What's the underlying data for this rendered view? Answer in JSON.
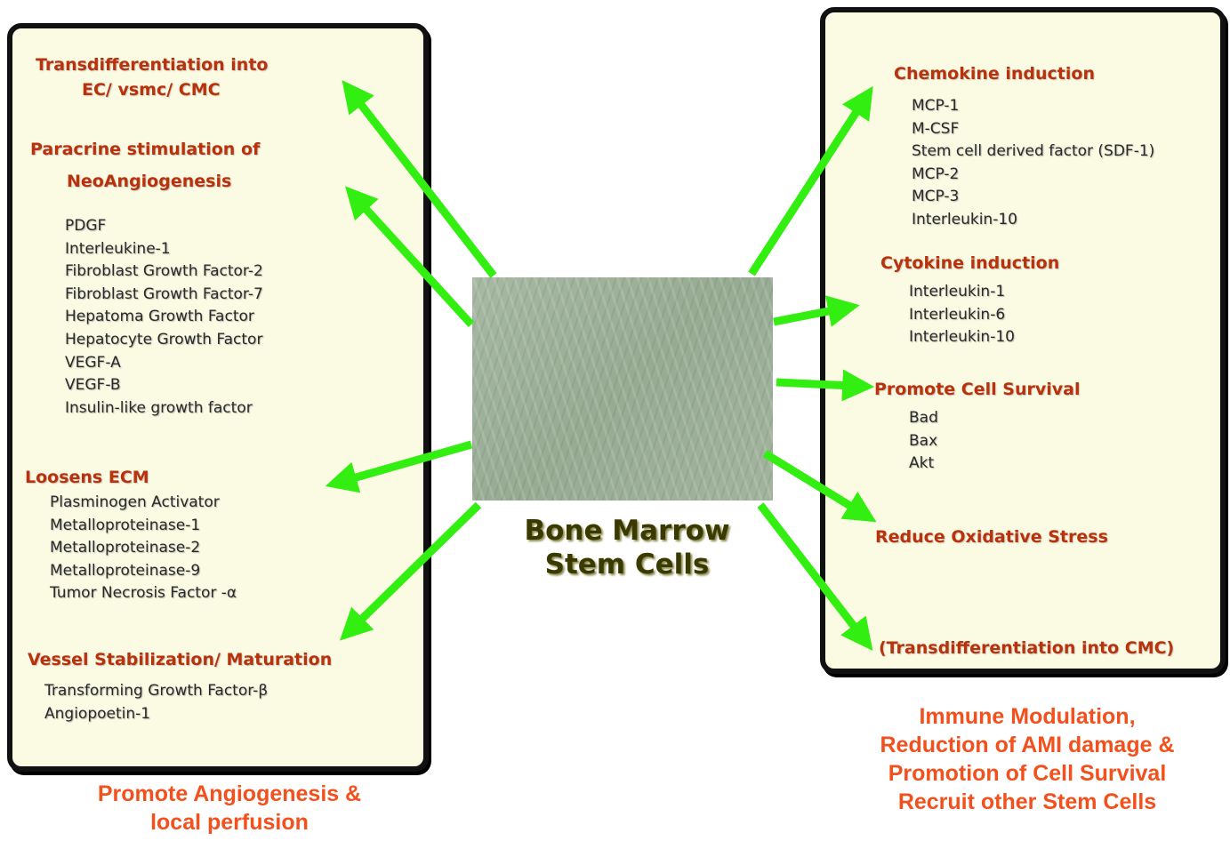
{
  "center": {
    "title_line1": "Bone Marrow",
    "title_line2": "Stem Cells",
    "image": "cultured stem cell micrograph"
  },
  "left": {
    "transdiff": {
      "line1": "Transdifferentiation into",
      "line2": "EC/ vsmc/ CMC"
    },
    "paracrine": {
      "line1": "Paracrine stimulation of",
      "line2": "NeoAngiogenesis",
      "items": [
        "PDGF",
        "Interleukine-1",
        "Fibroblast Growth Factor-2",
        "Fibroblast Growth Factor-7",
        "Hepatoma Growth Factor",
        "Hepatocyte Growth Factor",
        "VEGF-A",
        "VEGF-B",
        "Insulin-like growth factor"
      ]
    },
    "ecm": {
      "heading": "Loosens ECM",
      "items": [
        "Plasminogen Activator",
        "Metalloproteinase-1",
        "Metalloproteinase-2",
        "Metalloproteinase-9",
        "Tumor Necrosis Factor -α"
      ]
    },
    "vessel": {
      "heading": "Vessel Stabilization/ Maturation",
      "items": [
        "Transforming Growth Factor-β",
        "Angiopoetin-1"
      ]
    },
    "caption": {
      "line1": "Promote Angiogenesis &",
      "line2": "local perfusion"
    }
  },
  "right": {
    "chemokine": {
      "heading": "Chemokine induction",
      "items": [
        "MCP-1",
        "M-CSF",
        "Stem cell derived factor (SDF-1)",
        "MCP-2",
        "MCP-3",
        "Interleukin-10"
      ]
    },
    "cytokine": {
      "heading": "Cytokine induction",
      "items": [
        "Interleukin-1",
        "Interleukin-6",
        "Interleukin-10"
      ]
    },
    "survival": {
      "heading": "Promote Cell Survival",
      "items": [
        "Bad",
        "Bax",
        "Akt"
      ]
    },
    "oxidative": {
      "heading": "Reduce Oxidative Stress"
    },
    "transdiff_cmc": {
      "heading": "(Transdifferentiation into CMC)"
    },
    "caption": {
      "line1": "Immune Modulation,",
      "line2": "Reduction of AMI damage &",
      "line3": "Promotion of Cell Survival",
      "line4": "Recruit other Stem Cells"
    }
  },
  "colors": {
    "arrow": "#33ee11",
    "heading": "#b8320c",
    "caption": "#f2501c",
    "panel": "#fbfbe3"
  }
}
